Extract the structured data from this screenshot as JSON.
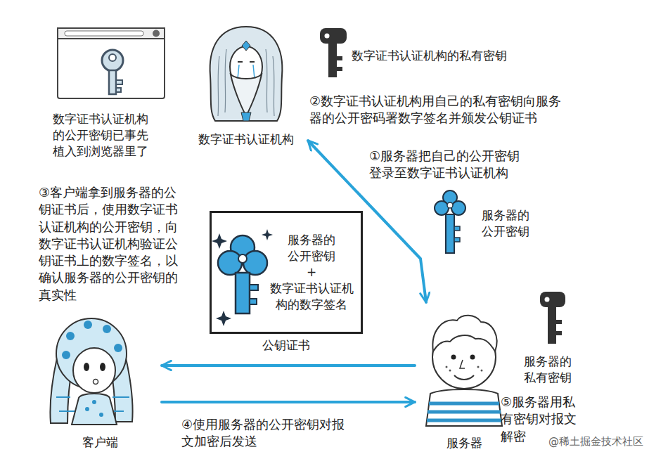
{
  "diagram": {
    "nodes": [
      {
        "text": [
          "数字证书认证机构"
        ]
      },
      {
        "text": [
          "服务器的公开密钥",
          "+",
          "数字证书认证机构的数字签名",
          "公钥证书"
        ]
      },
      {
        "text": [
          "客户端"
        ]
      },
      {
        "text": [
          "服务器"
        ]
      }
    ],
    "edges": [
      {
        "from": 0,
        "to": 3,
        "arrow": "both"
      },
      {
        "from": 3,
        "to": 2,
        "arrow": "to"
      },
      {
        "from": 2,
        "to": 3,
        "arrow": "to"
      }
    ],
    "labels": [
      "数字证书认证机构的公开密钥已事先植入到浏览器里了",
      "数字证书认证机构的私有密钥",
      "②数字证书认证机构用自己的私有密钥向服务器的公开密码署数字签名并颁发公钥证书",
      "①服务器把自己的公开密钥登录至数字证书认证机构",
      "服务器的公开密钥",
      "③客户端拿到服务器的公钥证书后，使用数字证书认证机构的公开密钥，向数字证书认证机构验证公钥证书上的数字签名，以确认服务器的公开密钥的真实性",
      "服务器的私有密钥",
      "④使用服务器的公开密钥对报文加密后发送",
      "⑤服务器用私有密钥对报文解密",
      "@稀土掘金技术社区"
    ]
  }
}
